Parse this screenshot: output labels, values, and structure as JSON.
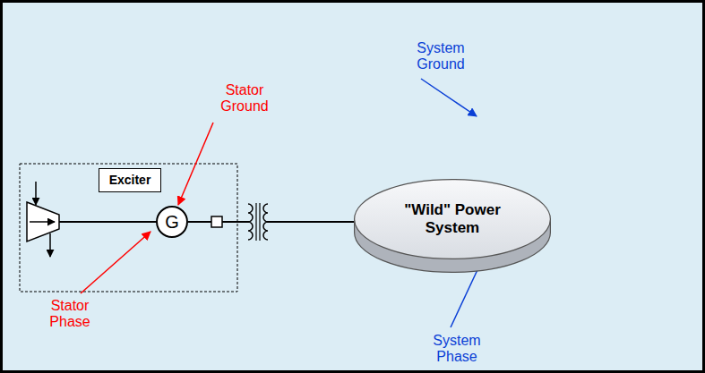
{
  "diagram": {
    "nodes": [
      {
        "text": [
          "Exciter"
        ]
      },
      {
        "text": [
          "G"
        ]
      },
      {
        "text": [
          "\"Wild\" Power System"
        ]
      }
    ],
    "edges": [
      {
        "from": 1,
        "to": 2,
        "arrow": "none"
      }
    ],
    "labels": [
      "System Ground",
      "Stator Ground",
      "Stator Phase",
      "System Phase"
    ]
  }
}
